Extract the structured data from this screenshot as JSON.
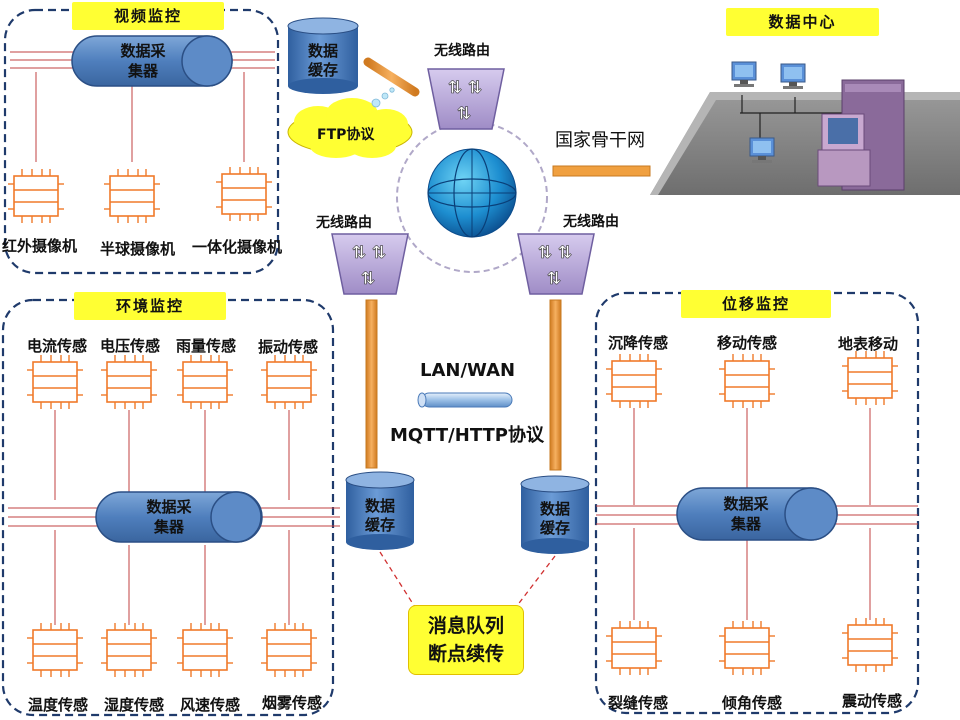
{
  "sections": {
    "video": {
      "title": "视频监控",
      "collector": "数据采集器",
      "cameras": [
        "红外摄像机",
        "半球摄像机",
        "一体化摄像机"
      ]
    },
    "environment": {
      "title": "环境监控",
      "collector": "数据采集器",
      "top_sensors": [
        "电流传感",
        "电压传感",
        "雨量传感",
        "振动传感"
      ],
      "bottom_sensors": [
        "温度传感",
        "湿度传感",
        "风速传感",
        "烟雾传感"
      ]
    },
    "displacement": {
      "title": "位移监控",
      "collector": "数据采集器",
      "top_sensors": [
        "沉降传感",
        "移动传感",
        "地表移动"
      ],
      "bottom_sensors": [
        "裂缝传感",
        "倾角传感",
        "震动传感"
      ]
    },
    "datacenter": {
      "title": "数据中心"
    }
  },
  "network": {
    "router_top": "无线路由",
    "router_left": "无线路由",
    "router_right": "无线路由",
    "backbone": "国家骨干网",
    "ftp": "FTP协议",
    "lan_wan": "LAN/WAN",
    "mqtt_http": "MQTT/HTTP协议",
    "cache_top": "数据缓存",
    "cache_left": "数据缓存",
    "cache_right": "数据缓存",
    "queue_note_line1": "消息队列",
    "queue_note_line2": "断点续传"
  },
  "colors": {
    "section_border": "#1f3a6b",
    "sensor_orange": "#f07a2a",
    "collector_blue": "#4f7fbd",
    "router_purple": "#b9a9d6",
    "pipe_orange": "#f0a040",
    "title_yellow": "#ffff33",
    "wire_red": "#c04040"
  }
}
